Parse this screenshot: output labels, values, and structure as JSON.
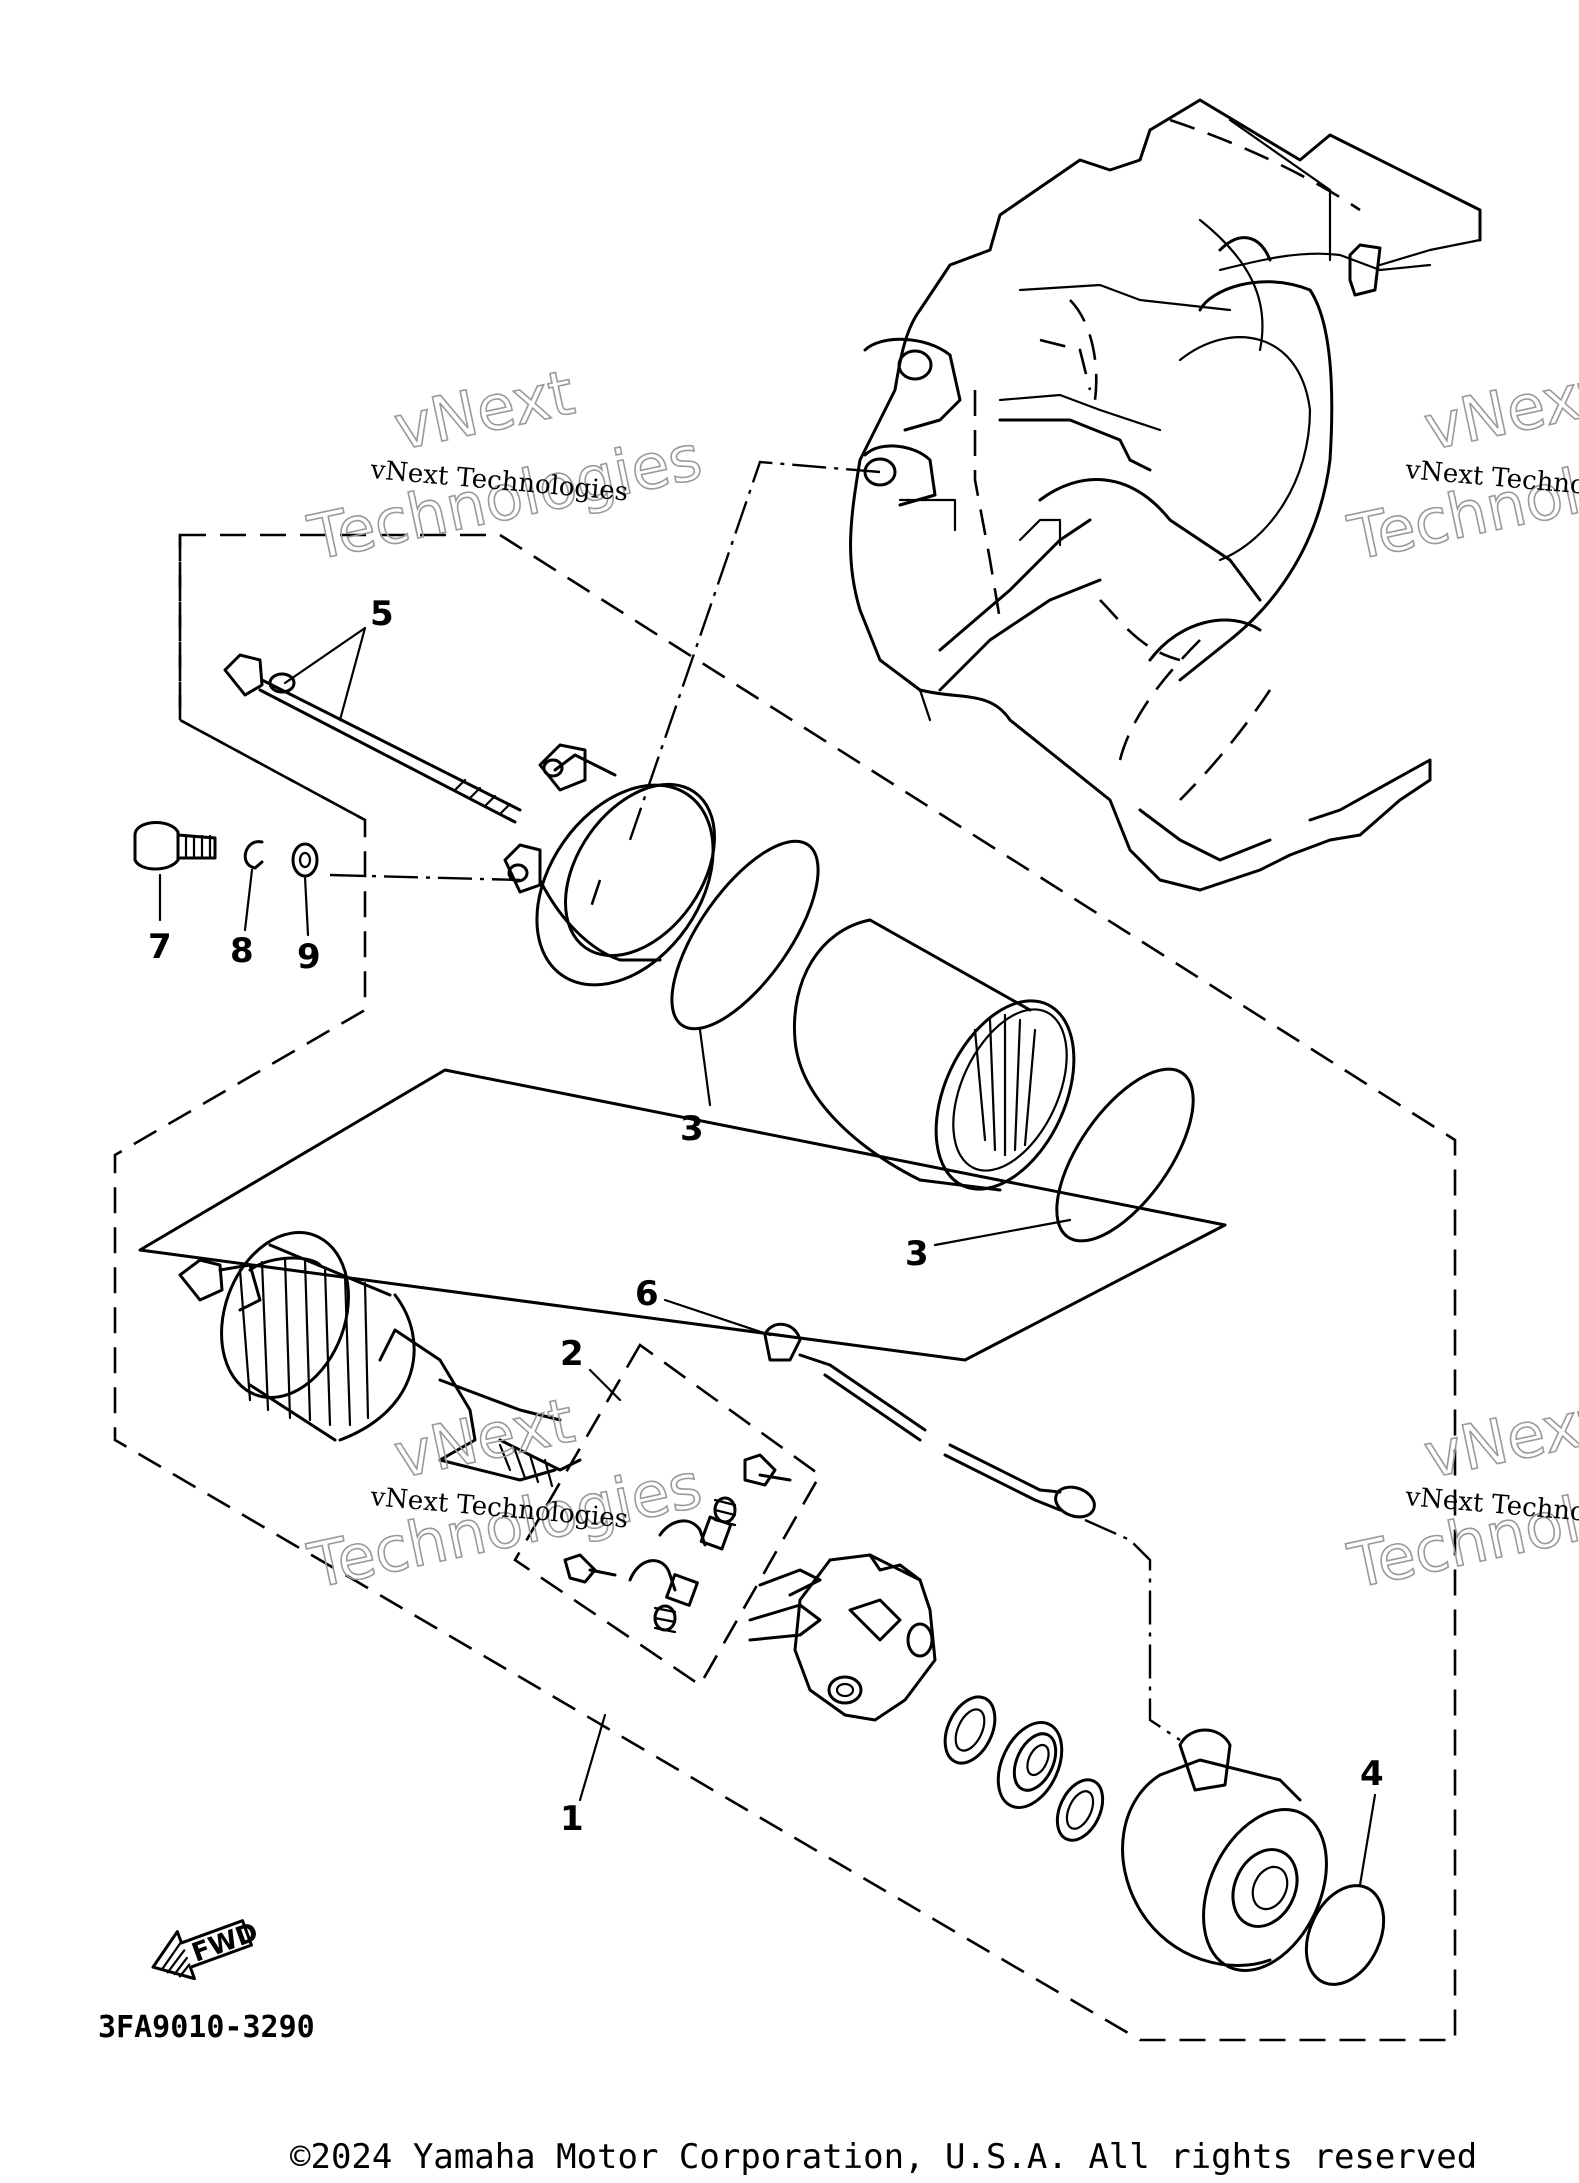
{
  "callouts": {
    "c1": "1",
    "c2": "2",
    "c3a": "3",
    "c3b": "3",
    "c4": "4",
    "c5": "5",
    "c6": "6",
    "c7": "7",
    "c8": "8",
    "c9": "9"
  },
  "fwd_label": "FWD",
  "drawing_code": "3FA9010-3290",
  "copyright": "©2024 Yamaha Motor Corporation, U.S.A. All rights reserved",
  "watermark": {
    "line1": "vNext Technologies",
    "big_top": "vNext",
    "big_bottom": "Technologies"
  },
  "colors": {
    "line": "#000000",
    "background": "#ffffff",
    "watermark": "#9a9a9a"
  }
}
